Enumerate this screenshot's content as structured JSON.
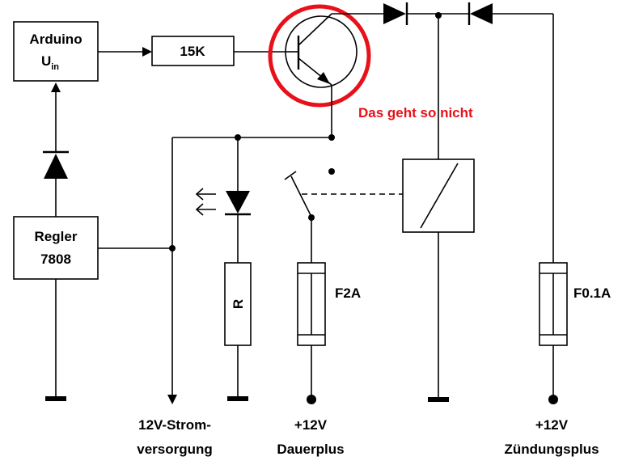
{
  "components": {
    "arduino": {
      "line1": "Arduino",
      "line2_main": "U",
      "line2_sub": "in"
    },
    "resistor_15k": "15K",
    "regler": {
      "line1": "Regler",
      "line2": "7808"
    },
    "resistor_r": "R",
    "fuse_f2a": "F2A",
    "fuse_f01a": "F0.1A"
  },
  "annotation": {
    "text": "Das geht so nicht",
    "color": "#e8101a"
  },
  "terminals": {
    "supply": {
      "line1": "12V-Strom-",
      "line2": "versorgung"
    },
    "dauerplus": {
      "line1": "+12V",
      "line2": "Dauerplus"
    },
    "zuendungsplus": {
      "line1": "+12V",
      "line2": "Zündungsplus"
    }
  },
  "colors": {
    "wire": "#000000",
    "highlight": "#e8101a",
    "background": "#ffffff"
  }
}
